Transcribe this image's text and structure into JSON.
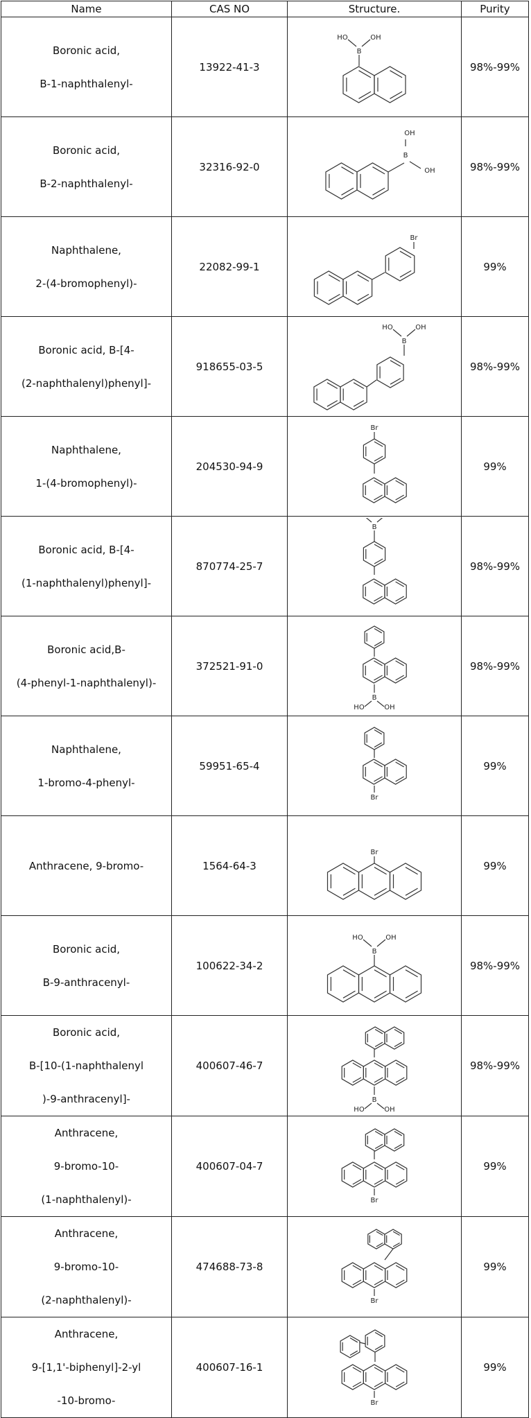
{
  "headers": {
    "name": "Name",
    "cas": "CAS NO",
    "structure": "Structure.",
    "purity": "Purity"
  },
  "rows": [
    {
      "name_lines": [
        "Boronic acid,",
        "B-1-naphthalenyl-"
      ],
      "cas": "13922-41-3",
      "purity": "98%-99%",
      "structure_icon": "1-naphthylboronic-acid-structure"
    },
    {
      "name_lines": [
        "Boronic acid,",
        "B-2-naphthalenyl-"
      ],
      "cas": "32316-92-0",
      "purity": "98%-99%",
      "structure_icon": "2-naphthylboronic-acid-structure"
    },
    {
      "name_lines": [
        "Naphthalene,",
        "2-(4-bromophenyl)-"
      ],
      "cas": "22082-99-1",
      "purity": "99%",
      "structure_icon": "2-(4-bromophenyl)naphthalene-structure"
    },
    {
      "name_lines": [
        "Boronic acid, B-[4-",
        "(2-naphthalenyl)phenyl]-"
      ],
      "cas": "918655-03-5",
      "purity": "98%-99%",
      "structure_icon": "4-(2-naphthyl)phenylboronic-acid-structure"
    },
    {
      "name_lines": [
        "Naphthalene,",
        "1-(4-bromophenyl)-"
      ],
      "cas": "204530-94-9",
      "purity": "99%",
      "structure_icon": "1-(4-bromophenyl)naphthalene-structure"
    },
    {
      "name_lines": [
        "Boronic acid, B-[4-",
        "(1-naphthalenyl)phenyl]-"
      ],
      "cas": "870774-25-7",
      "purity": "98%-99%",
      "structure_icon": "4-(1-naphthyl)phenylboronic-acid-structure"
    },
    {
      "name_lines": [
        "Boronic acid,B-",
        "(4-phenyl-1-naphthalenyl)-"
      ],
      "cas": "372521-91-0",
      "purity": "98%-99%",
      "structure_icon": "4-phenyl-1-naphthylboronic-acid-structure"
    },
    {
      "name_lines": [
        "Naphthalene,",
        "1-bromo-4-phenyl-"
      ],
      "cas": "59951-65-4",
      "purity": "99%",
      "structure_icon": "1-bromo-4-phenylnaphthalene-structure"
    },
    {
      "name_lines": [
        "Anthracene, 9-bromo-"
      ],
      "cas": "1564-64-3",
      "purity": "99%",
      "structure_icon": "9-bromoanthracene-structure"
    },
    {
      "name_lines": [
        "Boronic acid,",
        "B-9-anthracenyl-"
      ],
      "cas": "100622-34-2",
      "purity": "98%-99%",
      "structure_icon": "9-anthracenylboronic-acid-structure"
    },
    {
      "name_lines": [
        "Boronic acid,",
        "B-[10-(1-naphthalenyl",
        ")-9-anthracenyl]-"
      ],
      "cas": "400607-46-7",
      "purity": "98%-99%",
      "structure_icon": "10-(1-naphthyl)-9-anthracenylboronic-acid-structure"
    },
    {
      "name_lines": [
        "Anthracene,",
        "9-bromo-10-",
        "(1-naphthalenyl)-"
      ],
      "cas": "400607-04-7",
      "purity": "99%",
      "structure_icon": "9-bromo-10-(1-naphthyl)anthracene-structure"
    },
    {
      "name_lines": [
        "Anthracene,",
        "9-bromo-10-",
        "(2-naphthalenyl)-"
      ],
      "cas": "474688-73-8",
      "purity": "99%",
      "structure_icon": "9-bromo-10-(2-naphthyl)anthracene-structure"
    },
    {
      "name_lines": [
        "Anthracene,",
        "9-[1,1'-biphenyl]-2-yl",
        "-10-bromo-"
      ],
      "cas": "400607-16-1",
      "purity": "99%",
      "structure_icon": "9-(2-biphenylyl)-10-bromoanthracene-structure"
    }
  ],
  "atom_labels": {
    "hydroxyl": "OH",
    "hydroxyl_left": "HO",
    "boron": "B",
    "bromine": "Br"
  }
}
